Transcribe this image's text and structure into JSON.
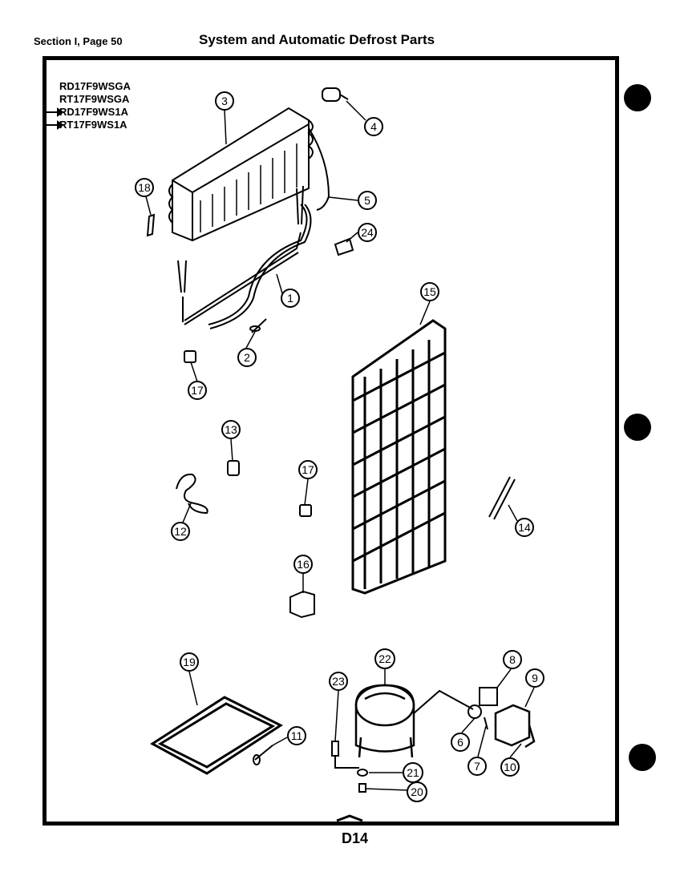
{
  "header": {
    "section": "Section I, Page 50",
    "title": "System and Automatic Defrost Parts"
  },
  "models": [
    "RD17F9WSGA",
    "RT17F9WSGA",
    "RD17F9WS1A",
    "RT17F9WS1A"
  ],
  "page_number": "D14",
  "callouts": {
    "c1": "1",
    "c2": "2",
    "c3": "3",
    "c4": "4",
    "c5": "5",
    "c6": "6",
    "c7": "7",
    "c8": "8",
    "c9": "9",
    "c10": "10",
    "c11": "11",
    "c12": "12",
    "c13": "13",
    "c14": "14",
    "c15": "15",
    "c16": "16",
    "c17a": "17",
    "c17b": "17",
    "c18": "18",
    "c19": "19",
    "c20": "20",
    "c21": "21",
    "c22": "22",
    "c23": "23",
    "c24": "24"
  }
}
